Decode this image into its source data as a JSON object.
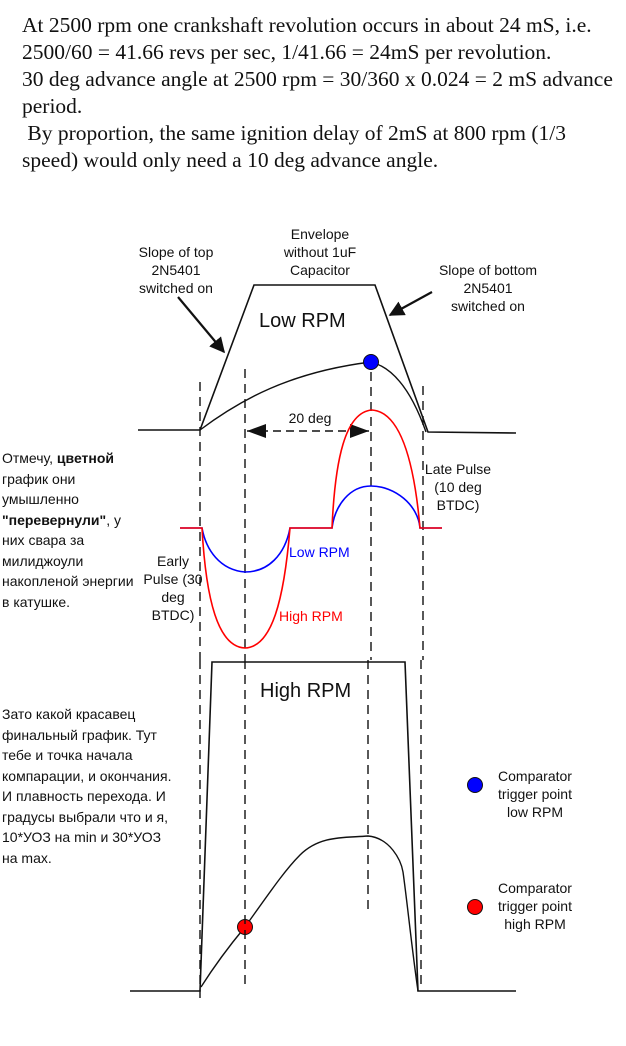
{
  "intro_text": {
    "lines": [
      "At 2500 rpm one crankshaft revolution occurs in about 24 mS, i.e.",
      "2500/60 = 41.66 revs per sec, 1/41.66 = 24mS per revolution.",
      "30 deg advance angle at 2500 rpm = 30/360 x 0.024 = 2 mS advance period.",
      " By proportion, the same ignition delay of 2mS at 800 rpm (1/3 speed) would only need a 10 deg advance angle."
    ]
  },
  "diagram": {
    "top_left_callout": [
      "Slope of top",
      "2N5401",
      "switched on"
    ],
    "top_center_callout": [
      "Envelope",
      "without 1uF",
      "Capacitor"
    ],
    "top_right_callout": [
      "Slope of bottom",
      "2N5401",
      "switched on"
    ],
    "low_rpm_title": "Low RPM",
    "angle_label": "20 deg",
    "late_pulse_label": [
      "Late Pulse",
      "(10 deg",
      "BTDC)"
    ],
    "early_pulse_label": [
      "Early",
      "Pulse (30",
      "deg",
      "BTDC)"
    ],
    "low_rpm_wave_label": "Low RPM",
    "high_rpm_wave_label": "High RPM",
    "high_rpm_title": "High RPM",
    "legend": [
      {
        "lines": [
          "Comparator",
          "trigger point",
          "low RPM"
        ],
        "color": "#0000ff"
      },
      {
        "lines": [
          "Comparator",
          "trigger point",
          "high RPM"
        ],
        "color": "#ff0000"
      }
    ],
    "colors": {
      "low_rpm": "#0000ff",
      "high_rpm": "#ff0000",
      "ink": "#111111"
    }
  },
  "notes": {
    "note1": {
      "part1": "Отмечу, ",
      "bold1": "цветной",
      "part2": " график они умышленно ",
      "quote_open": "\"",
      "bold2": "перевернули",
      "quote_close": "\"",
      "part3": ", у них свара за милиджоули накопленой энергии в катушке."
    },
    "note2": "Зато какой красавец финальный график. Тут тебе и точка начала компарации, и окончания. И плавность перехода. И градусы выбрали что и я, 10*УОЗ на min и 30*УОЗ на max."
  }
}
